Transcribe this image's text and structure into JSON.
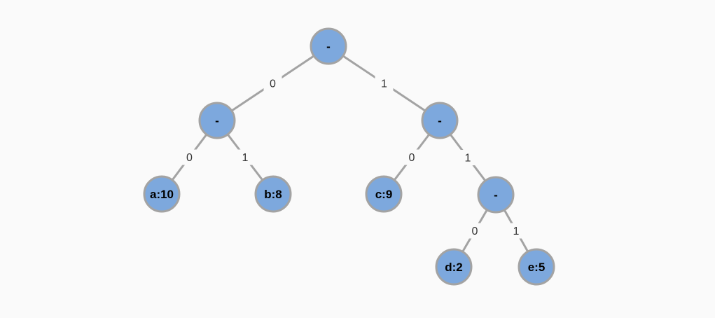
{
  "diagram": {
    "type": "binary-tree",
    "colors": {
      "background": "#fafafa",
      "node_fill": "#7da8dd",
      "node_border": "#a3a3a3",
      "edge_line": "#a3a3a3",
      "node_label": "#000000",
      "edge_label": "#343434"
    },
    "nodes": [
      {
        "id": "root",
        "label": "-",
        "kind": "internal"
      },
      {
        "id": "L",
        "label": "-",
        "kind": "internal"
      },
      {
        "id": "R",
        "label": "-",
        "kind": "internal"
      },
      {
        "id": "a",
        "label": "a:10",
        "kind": "leaf"
      },
      {
        "id": "b",
        "label": "b:8",
        "kind": "leaf"
      },
      {
        "id": "c",
        "label": "c:9",
        "kind": "leaf"
      },
      {
        "id": "RR",
        "label": "-",
        "kind": "internal"
      },
      {
        "id": "d",
        "label": "d:2",
        "kind": "leaf"
      },
      {
        "id": "e",
        "label": "e:5",
        "kind": "leaf"
      }
    ],
    "edges": [
      {
        "from": "root",
        "to": "L",
        "label": "0"
      },
      {
        "from": "root",
        "to": "R",
        "label": "1"
      },
      {
        "from": "L",
        "to": "a",
        "label": "0"
      },
      {
        "from": "L",
        "to": "b",
        "label": "1"
      },
      {
        "from": "R",
        "to": "c",
        "label": "0"
      },
      {
        "from": "R",
        "to": "RR",
        "label": "1"
      },
      {
        "from": "RR",
        "to": "d",
        "label": "0"
      },
      {
        "from": "RR",
        "to": "e",
        "label": "1"
      }
    ]
  }
}
